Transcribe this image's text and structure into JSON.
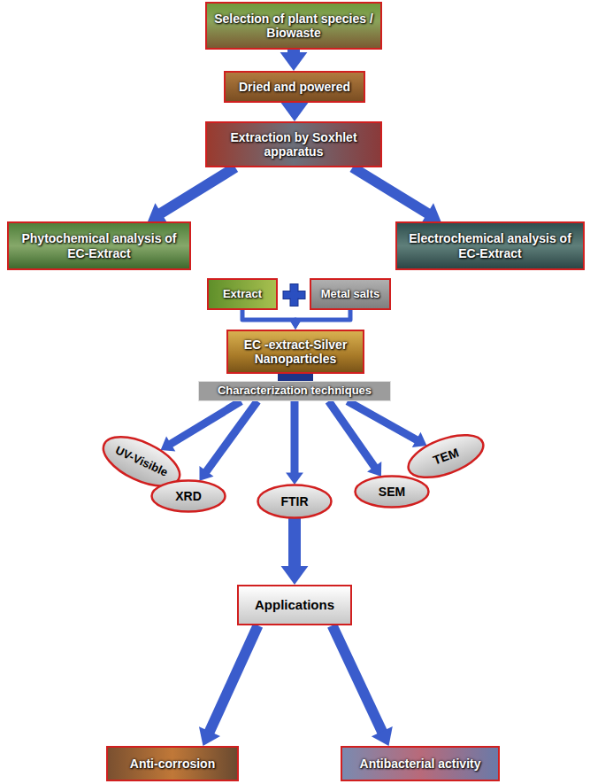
{
  "diagram": {
    "nodes": [
      {
        "text": [
          "Selection of plant species / Biowaste"
        ]
      },
      {
        "text": [
          "Dried and powered"
        ]
      },
      {
        "text": [
          "Extraction by Soxhlet apparatus"
        ]
      },
      {
        "text": [
          "Phytochemical analysis of EC-Extract"
        ]
      },
      {
        "text": [
          "Electrochemical analysis of EC-Extract"
        ]
      },
      {
        "text": [
          "Extract"
        ]
      },
      {
        "text": [
          "Metal salts"
        ]
      },
      {
        "text": [
          "EC -extract-Silver Nanoparticles"
        ]
      },
      {
        "text": [
          "Characterization techniques"
        ]
      },
      {
        "text": [
          "UV-Visible"
        ]
      },
      {
        "text": [
          "XRD"
        ]
      },
      {
        "text": [
          "FTIR"
        ]
      },
      {
        "text": [
          "SEM"
        ]
      },
      {
        "text": [
          "TEM"
        ]
      },
      {
        "text": [
          "Applications"
        ]
      },
      {
        "text": [
          "Anti-corrosion"
        ]
      },
      {
        "text": [
          "Antibacterial activity"
        ]
      }
    ],
    "edges": [
      {
        "from": 0,
        "to": 1,
        "arrow": "to"
      },
      {
        "from": 1,
        "to": 2,
        "arrow": "to"
      },
      {
        "from": 2,
        "to": 3,
        "arrow": "to"
      },
      {
        "from": 2,
        "to": 4,
        "arrow": "to"
      },
      {
        "from": 5,
        "to": 7,
        "arrow": "to"
      },
      {
        "from": 6,
        "to": 7,
        "arrow": "to"
      },
      {
        "from": 7,
        "to": 8,
        "arrow": "none"
      },
      {
        "from": 8,
        "to": 9,
        "arrow": "to"
      },
      {
        "from": 8,
        "to": 10,
        "arrow": "to"
      },
      {
        "from": 8,
        "to": 11,
        "arrow": "to"
      },
      {
        "from": 8,
        "to": 12,
        "arrow": "to"
      },
      {
        "from": 8,
        "to": 13,
        "arrow": "to"
      },
      {
        "from": 11,
        "to": 14,
        "arrow": "to"
      },
      {
        "from": 14,
        "to": 15,
        "arrow": "to"
      },
      {
        "from": 14,
        "to": 16,
        "arrow": "to"
      }
    ]
  }
}
